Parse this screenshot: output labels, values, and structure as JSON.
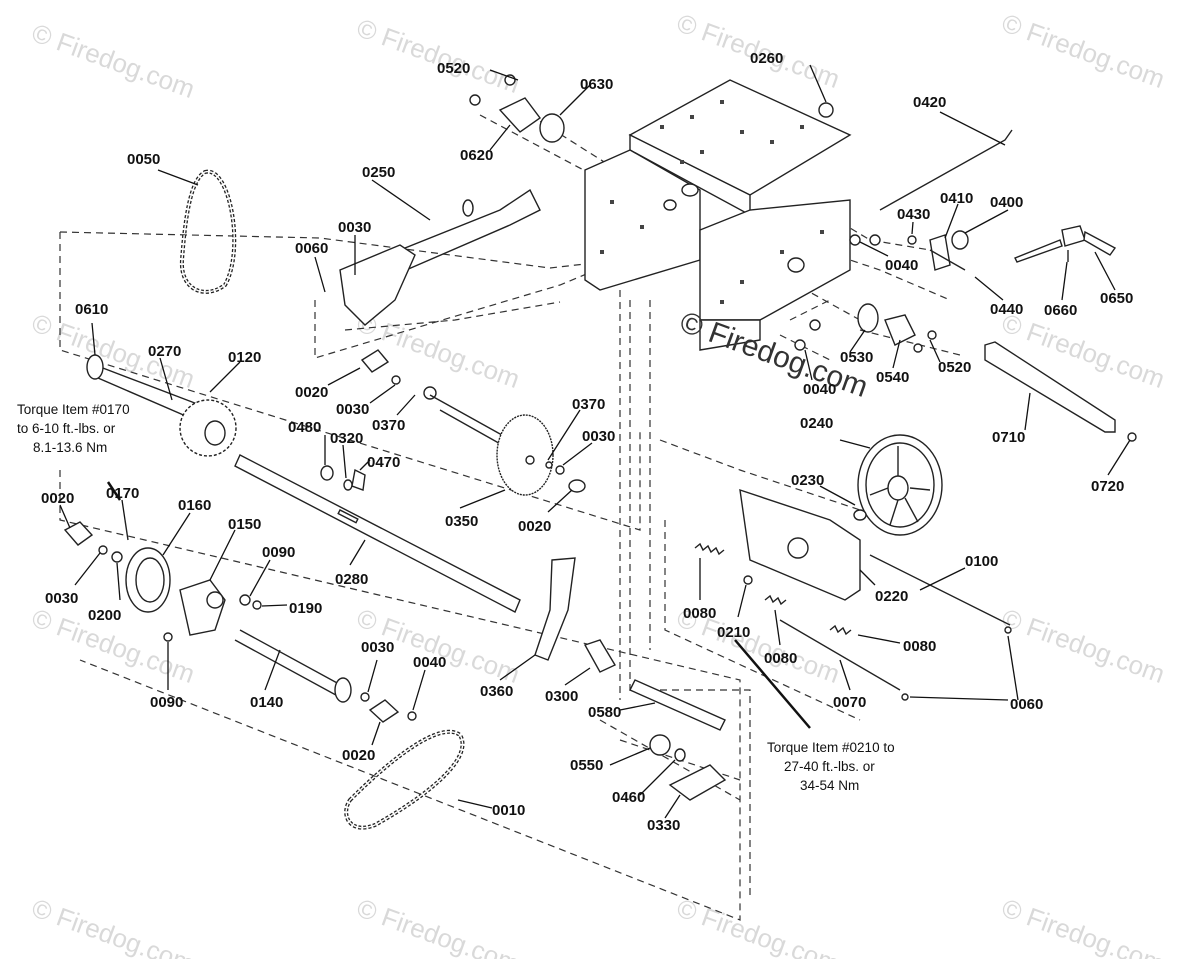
{
  "watermark": {
    "text": "Firedog.com",
    "copyright": "©"
  },
  "center_watermark": "© Firedog.com",
  "part_labels": {
    "p0520a": "0520",
    "p0630": "0630",
    "p0620": "0620",
    "p0260": "0260",
    "p0420": "0420",
    "p0050": "0050",
    "p0250": "0250",
    "p0030a": "0030",
    "p0060a": "0060",
    "p0430": "0430",
    "p0410": "0410",
    "p0400": "0400",
    "p0040a": "0040",
    "p0440": "0440",
    "p0660": "0660",
    "p0650": "0650",
    "p0610": "0610",
    "p0270": "0270",
    "p0120": "0120",
    "p0020a": "0020",
    "p0030b": "0030",
    "p0370a": "0370",
    "p0530": "0530",
    "p0540": "0540",
    "p0520b": "0520",
    "p0040b": "0040",
    "p0710": "0710",
    "p0480": "0480",
    "p0320": "0320",
    "p0470": "0470",
    "p0370b": "0370",
    "p0030c": "0030",
    "p0240": "0240",
    "p0720": "0720",
    "p0020b": "0020",
    "p0170": "0170",
    "p0160": "0160",
    "p0150": "0150",
    "p0350": "0350",
    "p0020c": "0020",
    "p0230": "0230",
    "p0090a": "0090",
    "p0030d": "0030",
    "p0200": "0200",
    "p0190": "0190",
    "p0280": "0280",
    "p0100": "0100",
    "p0220": "0220",
    "p0080a": "0080",
    "p0210": "0210",
    "p0080b": "0080",
    "p0080c": "0080",
    "p0030e": "0030",
    "p0040c": "0040",
    "p0090b": "0090",
    "p0140": "0140",
    "p0360": "0360",
    "p0300": "0300",
    "p0070": "0070",
    "p0060b": "0060",
    "p0580": "0580",
    "p0020d": "0020",
    "p0550": "0550",
    "p0460": "0460",
    "p0010": "0010",
    "p0330": "0330"
  },
  "torque_notes": {
    "note0170": [
      "Torque Item #0170",
      "to 6-10 ft.-lbs. or",
      "8.1-13.6 Nm"
    ],
    "note0210": [
      "Torque Item #0210 to",
      "27-40 ft.-lbs. or",
      "34-54 Nm"
    ]
  }
}
